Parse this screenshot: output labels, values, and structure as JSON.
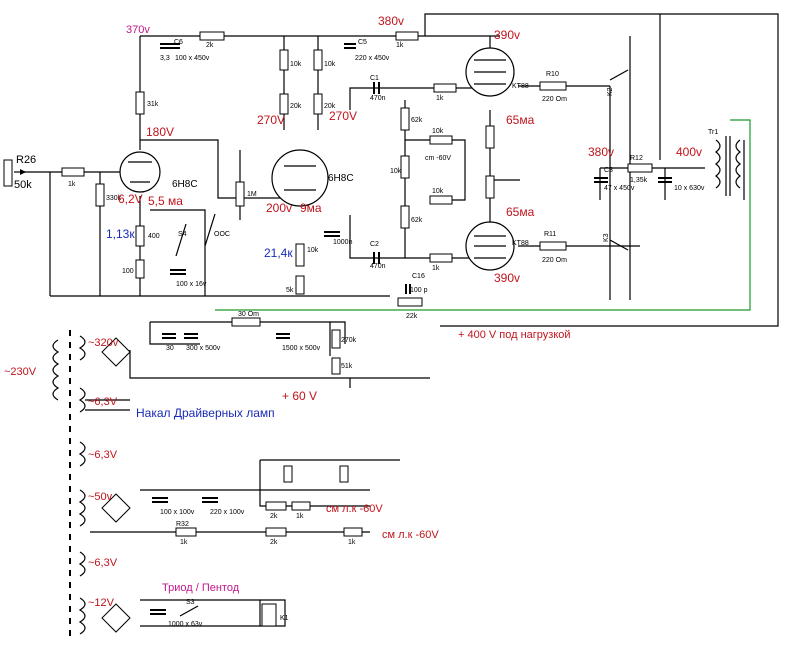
{
  "labels": {
    "r26": "R26",
    "r26_val": "50k",
    "tube_driver1": "6H8C",
    "tube_driver2": "6H8C",
    "tube_out1": "KT88",
    "tube_out2": "KT88",
    "tr1": "Tr1",
    "r10": "R10",
    "r10_val": "220 Om",
    "r11": "R11",
    "r11_val": "220 Om",
    "r12": "R12",
    "r12_val": "1,35k",
    "c3": "C3",
    "c3_val": "47 x 450v",
    "c_10x630": "10 x 630v",
    "c5": "C5",
    "c5_val": "220 x 450v",
    "c6": "C6",
    "c6_val": "100 x 450v",
    "c6_33": "3,3",
    "c1": "C1",
    "c1_val": "470n",
    "c2": "C2",
    "c2_val": "470n",
    "c16": "C16",
    "c16_val": "100 p",
    "r_22k": "22k",
    "r_2k": "2k",
    "r_1k_top": "1k",
    "r_31k": "31k",
    "r_10k_a": "10k",
    "r_10k_b": "10k",
    "r_20k_a": "20k",
    "r_20k_b": "20k",
    "r_1M": "1M",
    "r_330k": "330k",
    "r_400": "400",
    "r_100": "100",
    "c_100x16": "100 x 16v",
    "r_1k_in": "1k",
    "s4": "S4",
    "ooc": "OOC",
    "r_10k_cath": "10k",
    "r_5k": "5k",
    "c_1000n": "1000n",
    "r_62k_a": "62k",
    "r_62k_b": "62k",
    "r_10k_bias": "10k",
    "r_10k_g1": "10k",
    "r_10k_g2": "10k",
    "r_1k_g1": "1k",
    "r_1k_g2": "1k",
    "bias_label": "cm -60V",
    "k2": "K2",
    "k3": "K3",
    "r_30om": "30 Om",
    "c_30": "30",
    "c_300x500": "300 x 500v",
    "c_1500x500": "1500 x 500v",
    "r_270k": "270k",
    "r_51k": "51k",
    "c_100x100": "100 x 100v",
    "c_220x100": "220 x 100v",
    "r32": "R32",
    "r_1k_r32": "1k",
    "r_2k_a": "2k",
    "r_2k_b": "2k",
    "r_1k_a": "1k",
    "r_1k_b": "1k",
    "c_1000x63": "1000 x 63v",
    "s3": "S3",
    "k1": "K1"
  },
  "voltages": {
    "v370": "370v",
    "v380_top": "380v",
    "v390_top": "390v",
    "v180": "180V",
    "v270_left": "270V",
    "v270_right": "270V",
    "v65_top": "65ма",
    "v65_bot": "65ма",
    "v380_mid": "380v",
    "v400": "400v",
    "v62": "6,2V",
    "v55": "5,5 ма",
    "v200": "200v",
    "v9": "9ма",
    "v390_bot": "390v",
    "v113": "1,13к",
    "v214": "21,4к",
    "v400_load": "+ 400 V под нагрузкой",
    "ac230": "~230V",
    "ac320": "~320v",
    "ac63_a": "~6,3V",
    "ac63_b": "~6,3V",
    "ac63_c": "~6,3V",
    "ac50": "~50v",
    "ac12": "~12V",
    "v60": "+ 60 V",
    "heater": "Накал Драйверных ламп",
    "bias1": "см л.к -60V",
    "bias2": "см л.к -60V",
    "triode": "Триод / Пентод"
  }
}
